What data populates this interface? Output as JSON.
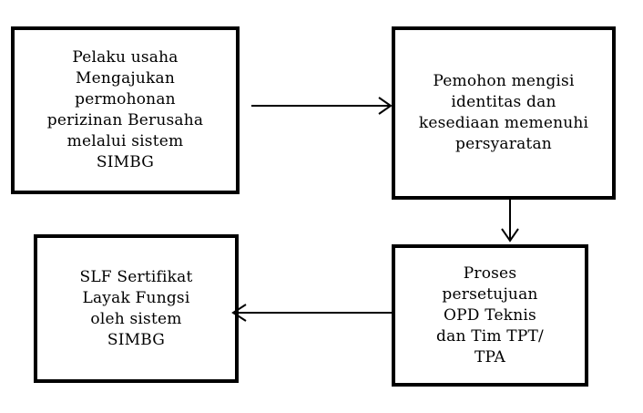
{
  "diagram": {
    "type": "flowchart",
    "colors": {
      "border": "#000000",
      "background": "#ffffff",
      "text": "#000000",
      "arrow": "#000000"
    },
    "steps": [
      {
        "id": "step-1",
        "lines": [
          "Pelaku usaha",
          "Mengajukan",
          "permohonan",
          "perizinan Berusaha",
          "melalui sistem",
          "SIMBG"
        ]
      },
      {
        "id": "step-2",
        "lines": [
          "Pemohon mengisi",
          "identitas dan",
          "kesediaan memenuhi",
          "persyaratan"
        ]
      },
      {
        "id": "step-3",
        "lines": [
          "Proses",
          "persetujuan",
          "OPD Teknis",
          "dan Tim TPT/",
          "TPA"
        ]
      },
      {
        "id": "step-4",
        "lines": [
          "SLF Sertifikat",
          "Layak Fungsi",
          "oleh sistem",
          "SIMBG"
        ]
      }
    ],
    "arrows": [
      {
        "from": "step-1",
        "to": "step-2",
        "direction": "right"
      },
      {
        "from": "step-2",
        "to": "step-3",
        "direction": "down"
      },
      {
        "from": "step-3",
        "to": "step-4",
        "direction": "left"
      }
    ]
  }
}
